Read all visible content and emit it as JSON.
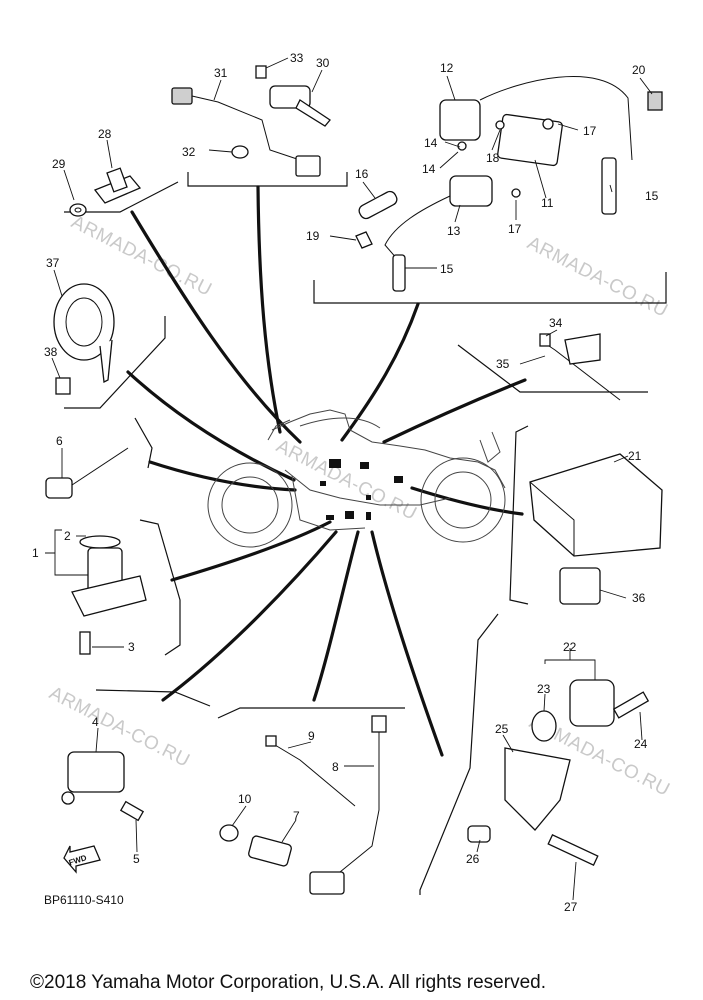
{
  "diagram": {
    "part_code": "BP61110-S410",
    "copyright": "©2018 Yamaha Motor Corporation, U.S.A. All rights reserved.",
    "watermark": "ARMADA-CO.RU",
    "fwd_label": "FWD",
    "callouts": [
      "1",
      "2",
      "3",
      "4",
      "5",
      "6",
      "7",
      "8",
      "9",
      "10",
      "11",
      "12",
      "13",
      "14",
      "14",
      "15",
      "15",
      "16",
      "17",
      "17",
      "18",
      "19",
      "20",
      "21",
      "22",
      "23",
      "24",
      "25",
      "26",
      "27",
      "28",
      "29",
      "30",
      "31",
      "32",
      "33",
      "34",
      "35",
      "36",
      "37",
      "38"
    ]
  }
}
